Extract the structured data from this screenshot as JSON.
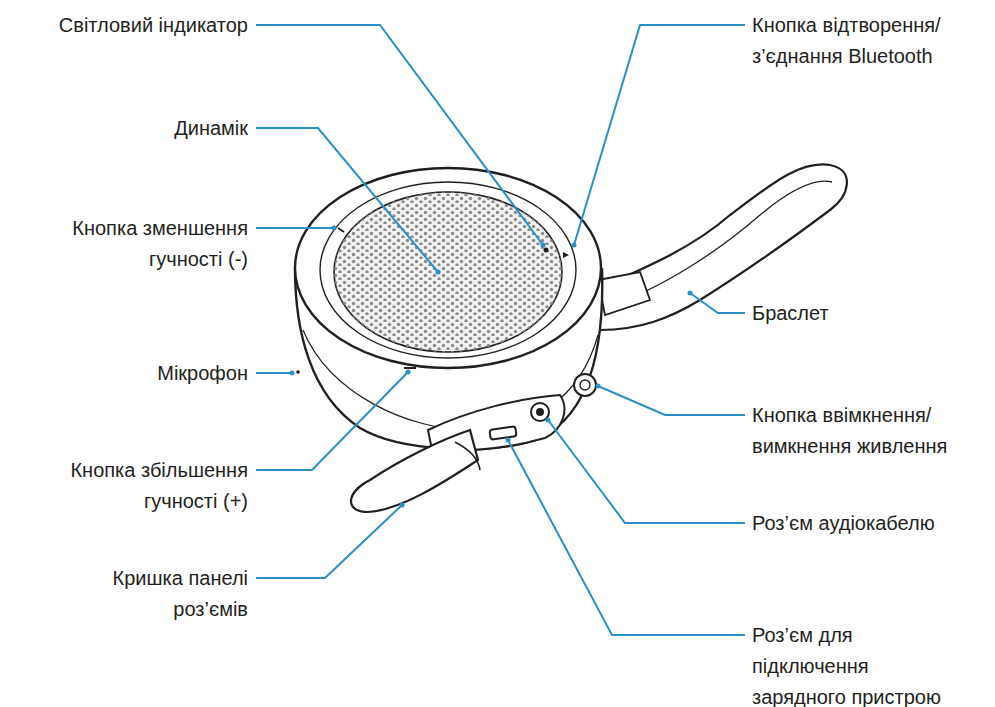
{
  "diagram": {
    "labels": [
      "Світловий індикатор",
      "Кнопка відтворення/ з’єднання Bluetooth",
      "Динамік",
      "Кнопка зменшення гучності (-)",
      "Браслет",
      "Мікрофон",
      "Кнопка ввімкнення/ вимкнення живлення",
      "Кнопка збільшення гучності (+)",
      "Роз’єм аудіокабелю",
      "Кришка панелі роз’ємів",
      "Роз’єм для підключення зарядного пристрою"
    ]
  }
}
